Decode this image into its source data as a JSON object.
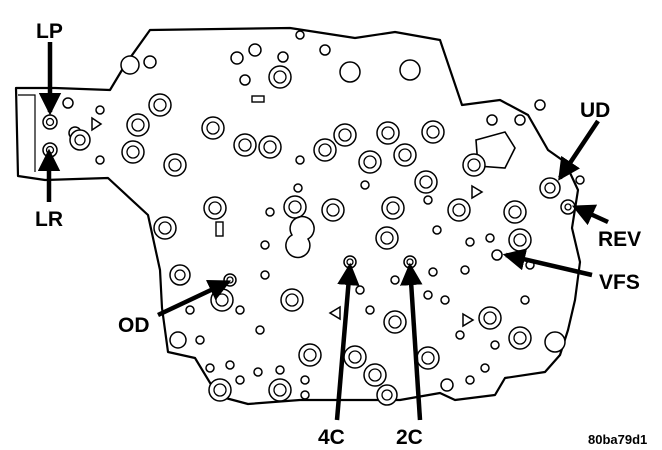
{
  "figure_id": "80ba79d1",
  "callouts": {
    "lp": "LP",
    "lr": "LR",
    "ud": "UD",
    "rev": "REV",
    "vfs": "VFS",
    "od": "OD",
    "c4": "4C",
    "c2": "2C"
  },
  "colors": {
    "line": "#000000",
    "background": "#ffffff"
  }
}
